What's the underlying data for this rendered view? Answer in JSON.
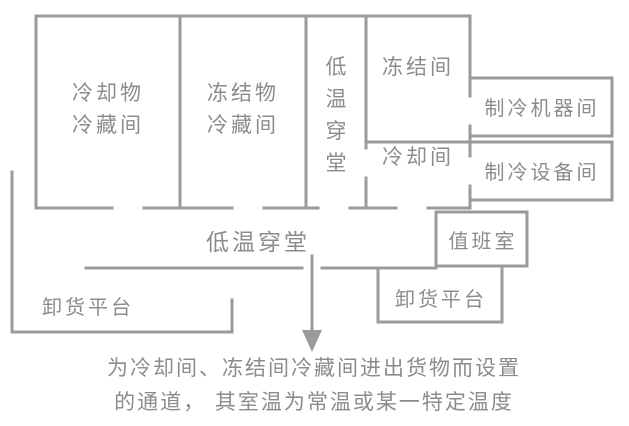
{
  "rooms": {
    "chilled_storage": {
      "line1": "冷却物",
      "line2": "冷藏间"
    },
    "frozen_storage": {
      "line1": "冻结物",
      "line2": "冷藏间"
    },
    "vertical_corridor": {
      "label": "低温穿堂"
    },
    "freezing_room": {
      "label": "冻结间"
    },
    "cooling_room": {
      "label": "冷却间"
    },
    "refrigeration_machine_room": {
      "label": "制冷机器间"
    },
    "refrigeration_equipment_room": {
      "label": "制冷设备间"
    },
    "main_corridor": {
      "label": "低温穿堂"
    },
    "duty_room": {
      "label": "值班室"
    },
    "platform_left": {
      "label": "卸货平台"
    },
    "platform_right": {
      "label": "卸货平台"
    }
  },
  "annotation": {
    "line1": "为冷却间、冻结间冷藏间进出货物而设置",
    "line2": "的通道， 其室温为常温或某一特定温度"
  },
  "colors": {
    "line": "#9a9a9a",
    "text": "#8c8c8c",
    "background": "#ffffff"
  }
}
